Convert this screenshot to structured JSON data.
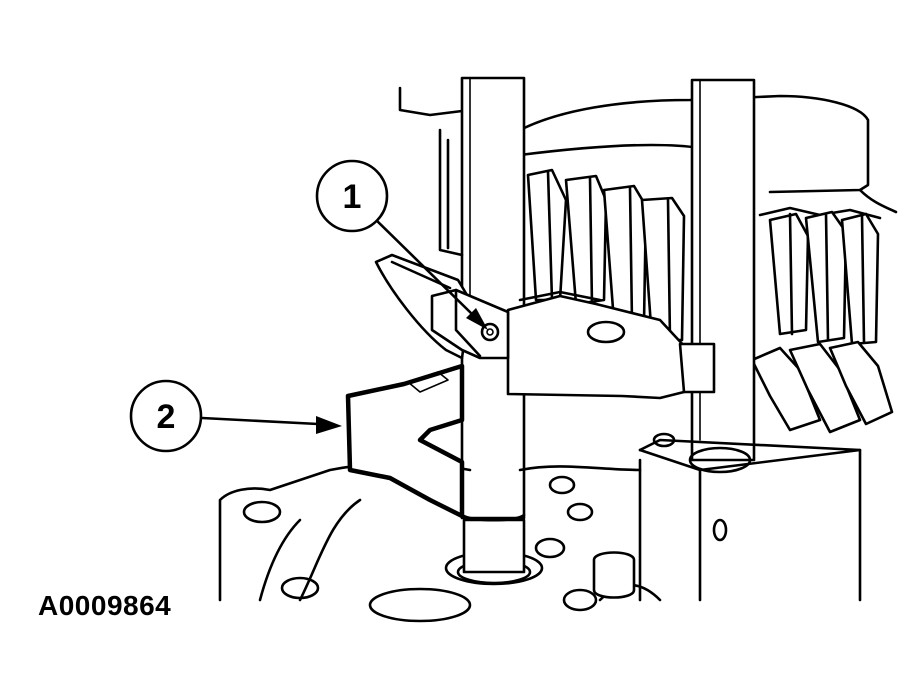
{
  "callouts": [
    {
      "id": "1",
      "label": "1"
    },
    {
      "id": "2",
      "label": "2"
    }
  ],
  "figure_id": "A0009864"
}
